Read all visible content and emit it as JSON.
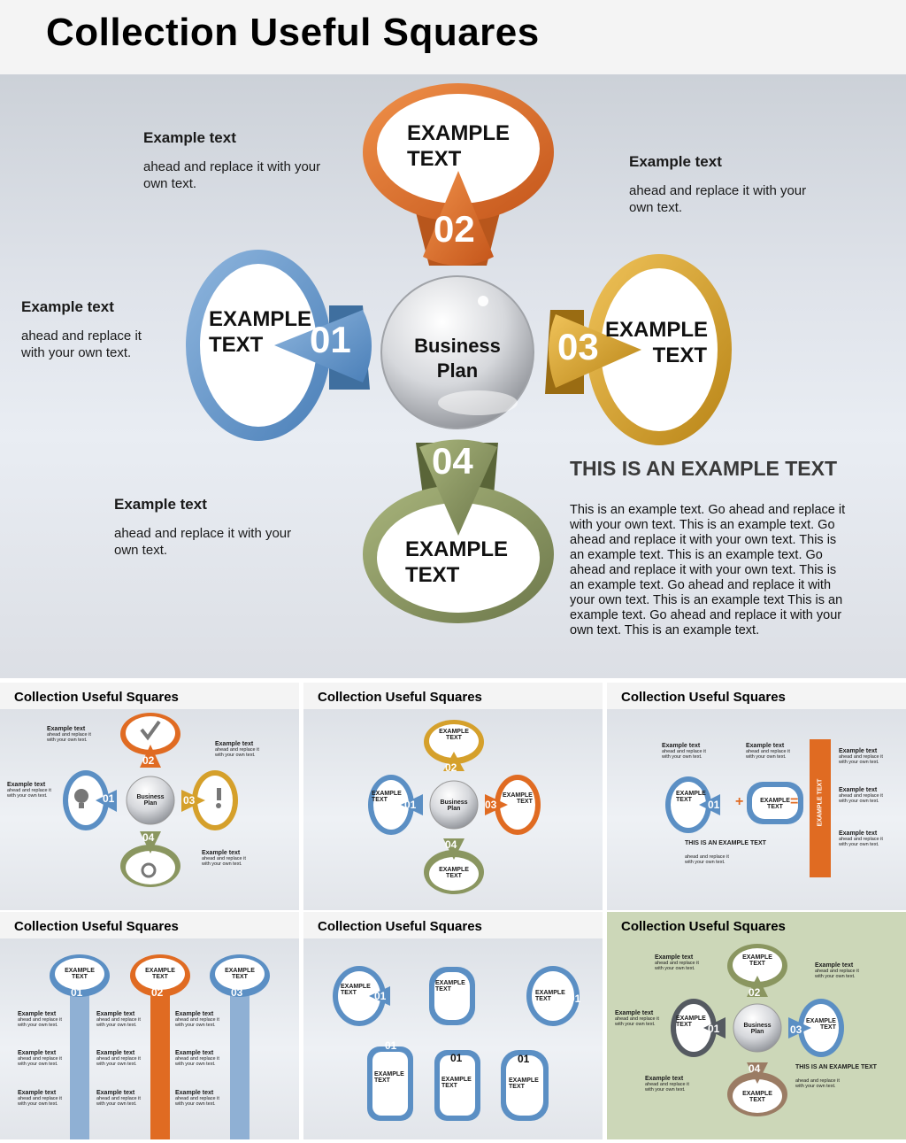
{
  "header": {
    "title": "Collection Useful Squares"
  },
  "main": {
    "center": {
      "line1": "Business",
      "line2": "Plan"
    },
    "shapes": [
      {
        "num": "01",
        "line1": "EXAMPLE",
        "line2": "TEXT",
        "color": "#5b8fc4"
      },
      {
        "num": "02",
        "line1": "EXAMPLE",
        "line2": "TEXT",
        "color": "#e06b22"
      },
      {
        "num": "03",
        "line1": "EXAMPLE",
        "line2": "TEXT",
        "color": "#d5a02b"
      },
      {
        "num": "04",
        "line1": "EXAMPLE",
        "line2": "TEXT",
        "color": "#8a9660"
      }
    ],
    "notes": [
      {
        "heading": "Example text",
        "body": "ahead and replace it with your own text."
      },
      {
        "heading": "Example text",
        "body": "ahead and replace it with your own text."
      },
      {
        "heading": "Example text",
        "body": "ahead and replace it with your own text."
      },
      {
        "heading": "Example text",
        "body": "ahead and replace it with your own text."
      }
    ],
    "big_title": "THIS IS AN EXAMPLE TEXT",
    "paragraph": "This is an example text. Go ahead and replace it with your own text. This is an example text. Go ahead and replace it with your own text. This is an example text. This is an example text. Go ahead and replace it with your own text. This is an example text. Go ahead and replace it with your own text. This is an example text This is an example text. Go ahead and replace it with your own text. This is an example text."
  },
  "thumbnails": [
    {
      "title": "Collection Useful Squares"
    },
    {
      "title": "Collection Useful Squares"
    },
    {
      "title": "Collection Useful Squares"
    },
    {
      "title": "Collection Useful Squares"
    },
    {
      "title": "Collection Useful Squares"
    },
    {
      "title": "Collection Useful Squares"
    }
  ],
  "thumb_text": {
    "example": "EXAMPLE",
    "text": "TEXT",
    "example_text": "EXAMPLE TEXT",
    "heading": "Example text",
    "body1": "ahead and replace it",
    "body2": "with your own text.",
    "business": "Business",
    "plan": "Plan",
    "big": "THIS IS AN EXAMPLE TEXT",
    "n01": "01",
    "n02": "02",
    "n03": "03",
    "n04": "04",
    "plus": "+",
    "equals": "="
  }
}
